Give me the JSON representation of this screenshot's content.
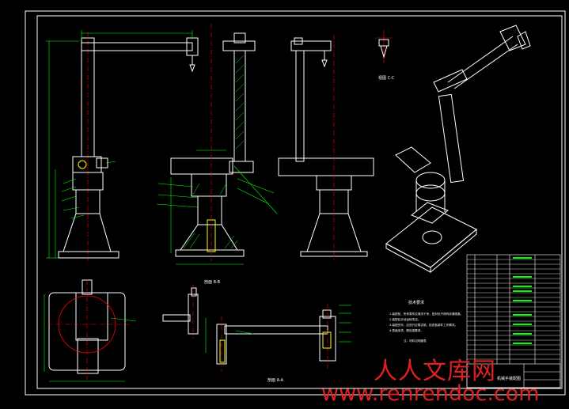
{
  "drawing": {
    "section_bb_label": "剖面 B-B",
    "section_aa_label": "剖面 A-A",
    "view_cc_label": "视图 C-C",
    "tech_req_title": "技术要求",
    "tech_req_lines": [
      "1.装配前，所有零件应清洗干净，密封处不得有渗漏现象。",
      "2.装配后手动运转灵活。",
      "3.装配完毕，应进行空载试验，检查各部件工作情况。",
      "4.表面涂漆，颜色按要求。"
    ],
    "tech_req_footer": "注：材料见明细表",
    "title_block_name": "机械手装配图"
  },
  "watermark": {
    "cn": "人人文库网",
    "url": "www.renrendoc.com"
  },
  "colors": {
    "background": "#000000",
    "frame": "#ffffff",
    "parts": "#ffffff",
    "dimension": "#00ff00",
    "centerline": "#ff0000",
    "hatch": "#00ff00",
    "accent": "#00ffff",
    "highlight": "#ffff00",
    "watermark": "#e0201f"
  }
}
